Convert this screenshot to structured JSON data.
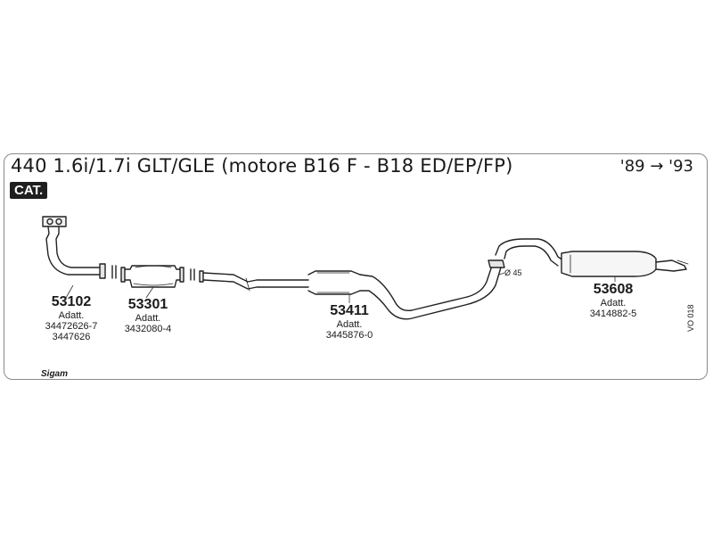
{
  "header": {
    "title": "440 1.6i/1.7i GLT/GLE (motore B16 F - B18 ED/EP/FP)",
    "years": "'89 → '93",
    "badge": "CAT."
  },
  "parts": [
    {
      "number": "53102",
      "adatt_label": "Adatt.",
      "refs": [
        "34472626-7",
        "3447626"
      ]
    },
    {
      "number": "53301",
      "adatt_label": "Adatt.",
      "refs": [
        "3432080-4"
      ]
    },
    {
      "number": "53411",
      "adatt_label": "Adatt.",
      "refs": [
        "3445876-0"
      ]
    },
    {
      "number": "53608",
      "adatt_label": "Adatt.",
      "refs": [
        "3414882-5"
      ]
    }
  ],
  "annotations": {
    "diameter": "Ø 45",
    "code": "VO 018",
    "logo": "Sigam"
  }
}
